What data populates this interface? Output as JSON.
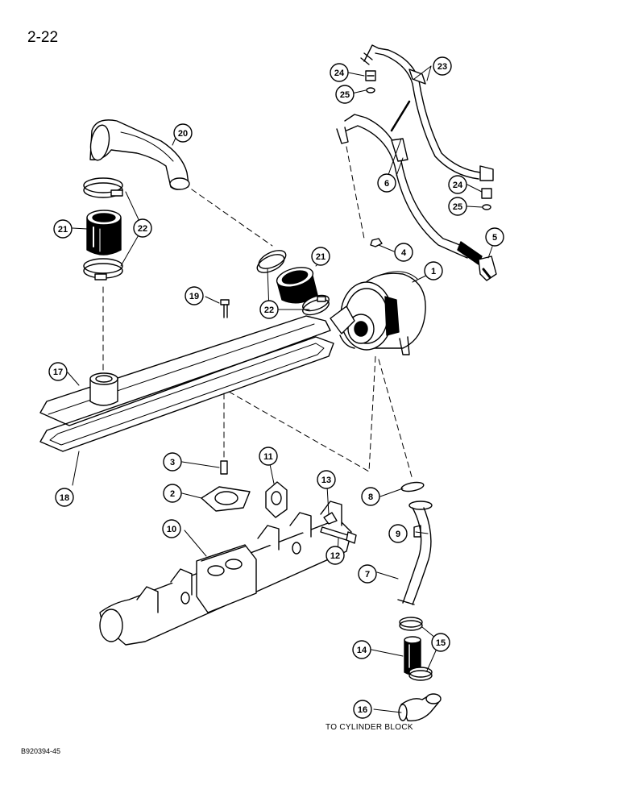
{
  "page_number": "2-22",
  "caption": "TO CYLINDER BLOCK",
  "figure_code": "B920394-45",
  "callouts": [
    "1",
    "2",
    "3",
    "4",
    "5",
    "6",
    "7",
    "8",
    "9",
    "10",
    "11",
    "12",
    "13",
    "14",
    "15",
    "16",
    "17",
    "18",
    "19",
    "20",
    "21",
    "21",
    "22",
    "22",
    "23",
    "24",
    "24",
    "25",
    "25"
  ]
}
